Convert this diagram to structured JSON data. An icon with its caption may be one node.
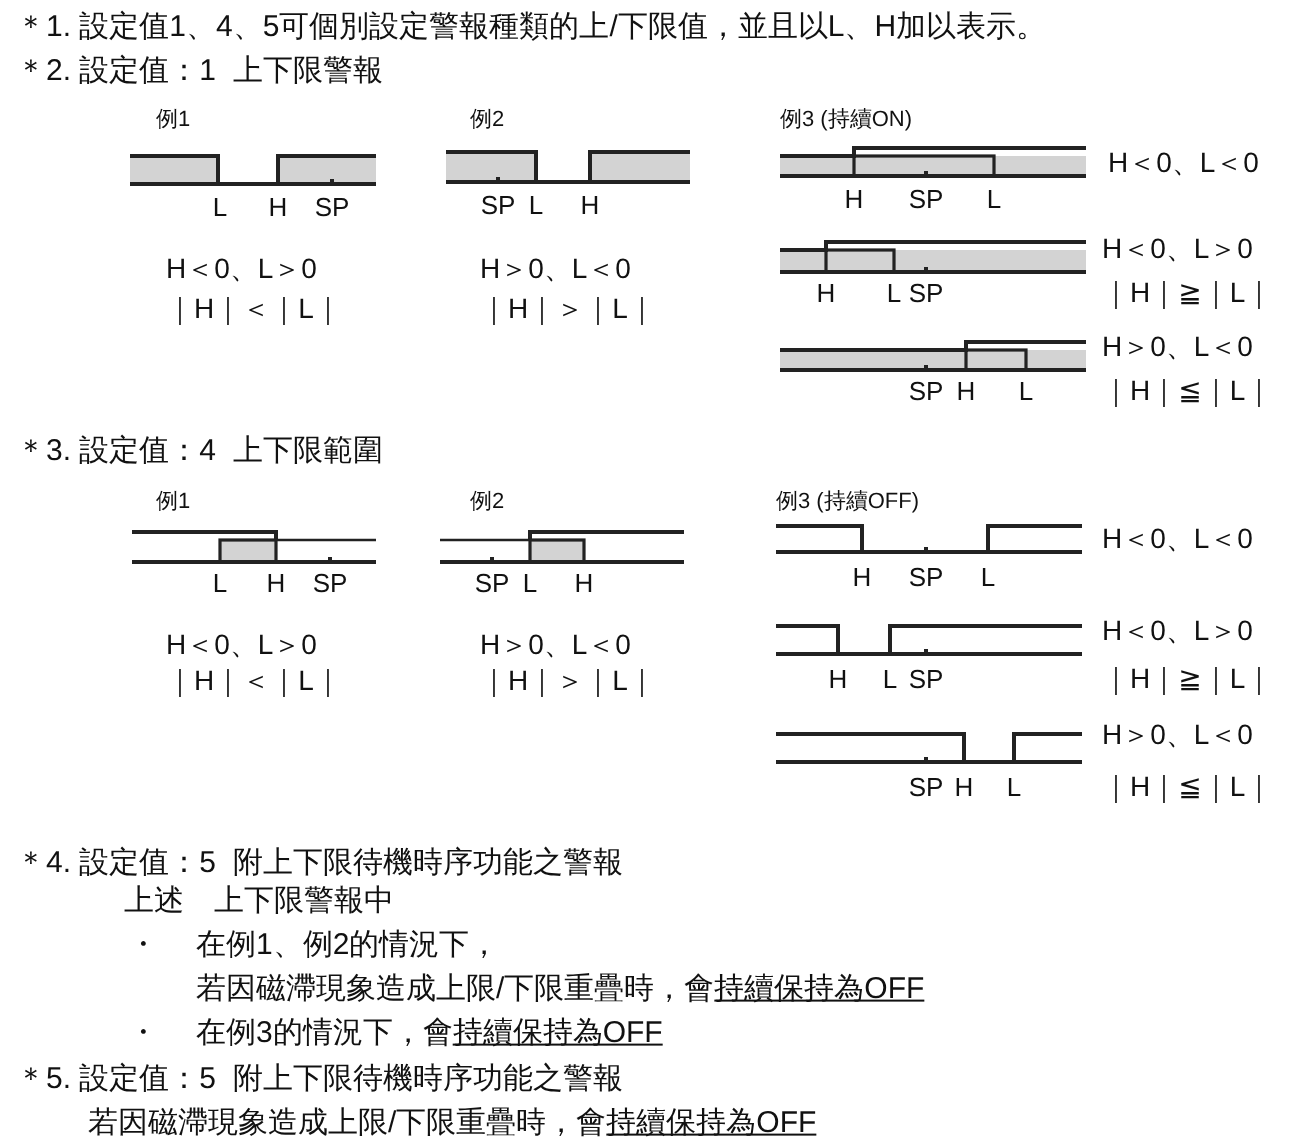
{
  "diagram": {
    "labels": [
      "＊1. 設定值1、4、5可個別設定警報種類的上/下限值，並且以L、H加以表示。",
      "＊2. 設定值：1  上下限警報",
      "例1",
      "例2",
      "例3 (持續ON)",
      "L",
      "H",
      "SP",
      "SP",
      "L",
      "H",
      "H",
      "SP",
      "L",
      "H＜0、L＜0",
      "H＜0、L＞0",
      "H＜0、L＞0",
      "H＞0、L＜0",
      "H",
      "L",
      "SP",
      "｜H｜≧｜L｜",
      "｜H｜＜｜L｜",
      "｜H｜＞｜L｜",
      "H＞0、L＜0",
      "SP",
      "H",
      "L",
      "｜H｜≦｜L｜",
      "＊3. 設定值：4  上下限範圍",
      "例1",
      "例2",
      "例3 (持續OFF)",
      "H＜0、L＜0",
      "L",
      "H",
      "SP",
      "SP",
      "L",
      "H",
      "H",
      "SP",
      "L",
      "H＜0、L＞0",
      "H＜0、L＞0",
      "H＞0、L＜0",
      "｜H｜＜｜L｜",
      "｜H｜＞｜L｜",
      "H",
      "L",
      "SP",
      "｜H｜≧｜L｜",
      "H＞0、L＜0",
      "SP",
      "H",
      "L",
      "｜H｜≦｜L｜",
      "＊4. 設定值：5  附上下限待機時序功能之警報",
      "上述　上下限警報中",
      "・",
      "在例1、例2的情況下，",
      "若因磁滯現象造成上限/下限重疊時，會",
      "持續保持為OFF",
      "・",
      "在例3的情況下，會",
      "持續保持為OFF",
      "＊5. 設定值：5  附上下限待機時序功能之警報",
      "若因磁滯現象造成上限/下限重疊時，會",
      "持續保持為OFF"
    ]
  }
}
